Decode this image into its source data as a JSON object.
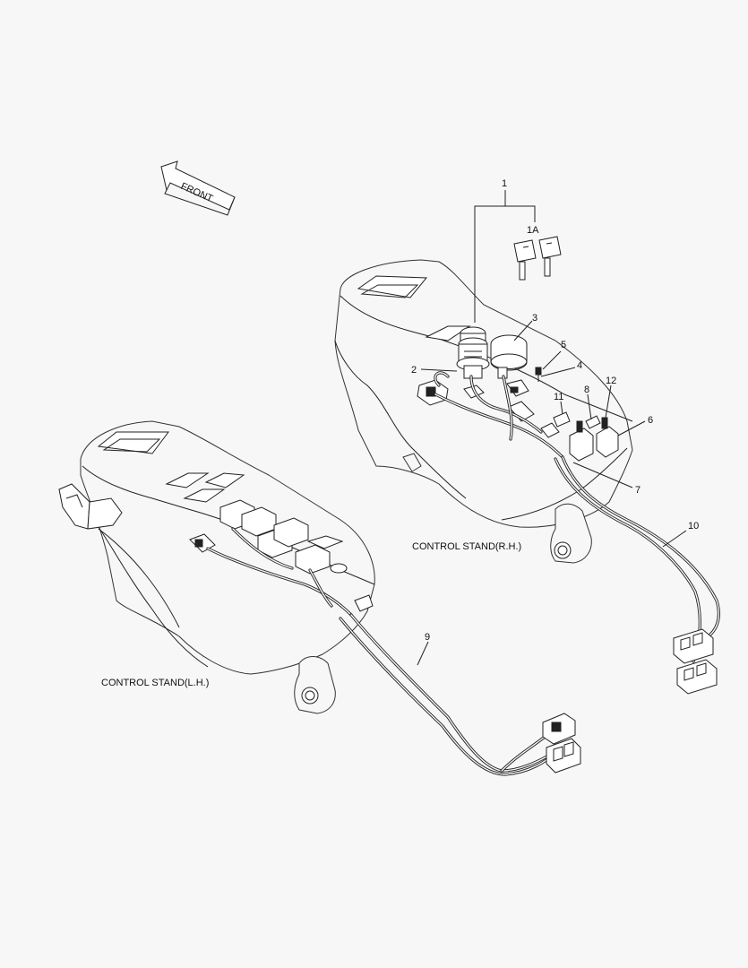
{
  "front_arrow": {
    "label": "FRONT"
  },
  "captions": {
    "rh": "CONTROL STAND(R.H.)",
    "lh": "CONTROL STAND(L.H.)"
  },
  "callouts": {
    "c1": "1",
    "c1a": "1A",
    "c2": "2",
    "c3": "3",
    "c4": "4",
    "c5": "5",
    "c6": "6",
    "c7": "7",
    "c8": "8",
    "c9": "9",
    "c10": "10",
    "c11": "11",
    "c12": "12"
  }
}
